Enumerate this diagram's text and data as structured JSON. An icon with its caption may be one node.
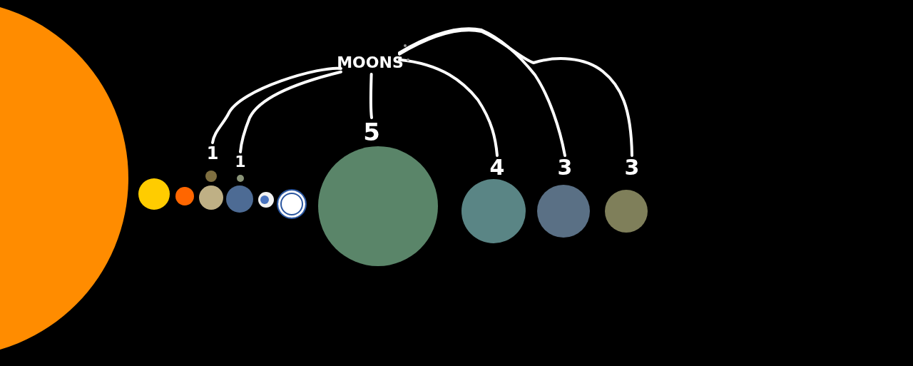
{
  "diagram": {
    "nodes": [
      {
        "text": [
          "MOONS"
        ]
      },
      {
        "text": [
          "1"
        ]
      },
      {
        "text": [
          "1"
        ]
      },
      {
        "text": [
          "5"
        ]
      },
      {
        "text": [
          "4"
        ]
      },
      {
        "text": [
          "3"
        ]
      },
      {
        "text": [
          "3"
        ]
      },
      {
        "text": [],
        "shape": "circle"
      },
      {
        "text": [],
        "shape": "circle"
      },
      {
        "text": [],
        "shape": "circle"
      },
      {
        "text": [],
        "shape": "circle"
      },
      {
        "text": [],
        "shape": "circle"
      },
      {
        "text": [],
        "shape": "circle"
      },
      {
        "text": [],
        "shape": "circle"
      },
      {
        "text": [],
        "shape": "circle"
      },
      {
        "text": [],
        "shape": "circle"
      },
      {
        "text": [],
        "shape": "circle"
      },
      {
        "text": [],
        "shape": "circle"
      },
      {
        "text": [],
        "shape": "circle"
      },
      {
        "text": [],
        "shape": "circle"
      }
    ],
    "edges": [
      {
        "from": 0,
        "to": 1,
        "arrow": "none"
      },
      {
        "from": 0,
        "to": 2,
        "arrow": "none"
      },
      {
        "from": 0,
        "to": 3,
        "arrow": "none"
      },
      {
        "from": 0,
        "to": 4,
        "arrow": "none"
      },
      {
        "from": 0,
        "to": 5,
        "arrow": "none"
      },
      {
        "from": 0,
        "to": 6,
        "arrow": "none"
      }
    ]
  }
}
